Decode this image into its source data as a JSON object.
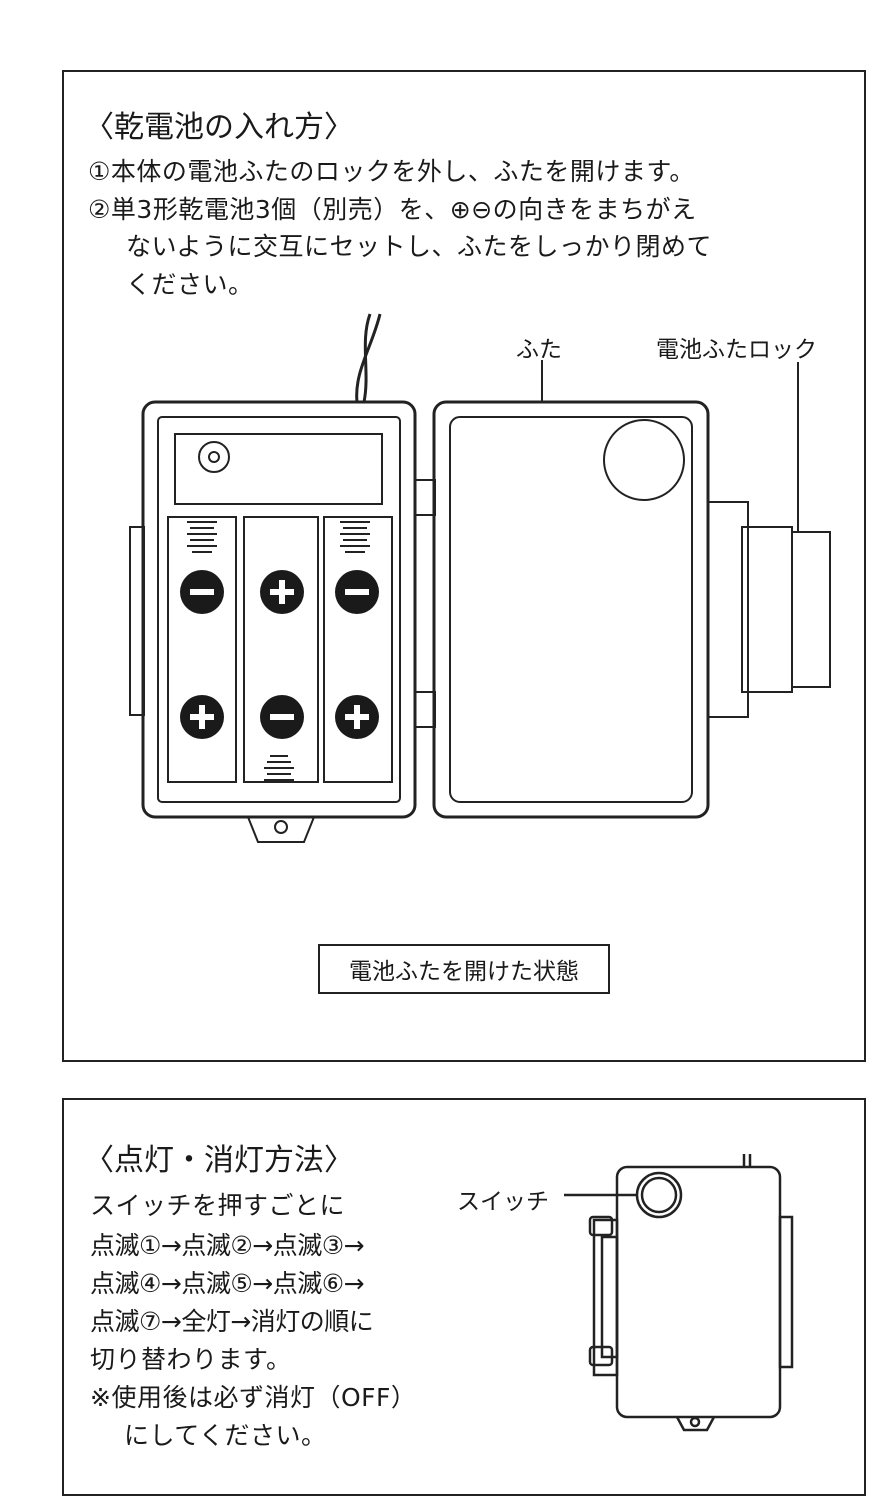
{
  "battery_section": {
    "title": "〈乾電池の入れ方〉",
    "steps": [
      "①本体の電池ふたのロックを外し、ふたを開けます。",
      "②単3形乾電池3個（別売）を、⊕⊖の向きをまちがえ",
      "ないように交互にセットし、ふたをしっかり閉めて",
      "ください。"
    ],
    "labels": {
      "lid": "ふた",
      "lid_lock": "電池ふたロック"
    },
    "caption": "電池ふたを開けた状態"
  },
  "lighting_section": {
    "title": "〈点灯・消灯方法〉",
    "lines": [
      "スイッチを押すごとに",
      "点滅①→点滅②→点滅③→",
      "点滅④→点滅⑤→点滅⑥→",
      "点滅⑦→全灯→消灯の順に",
      "切り替わります。",
      "※使用後は必ず消灯（OFF）",
      "にしてください。"
    ],
    "labels": {
      "switch": "スイッチ"
    }
  }
}
